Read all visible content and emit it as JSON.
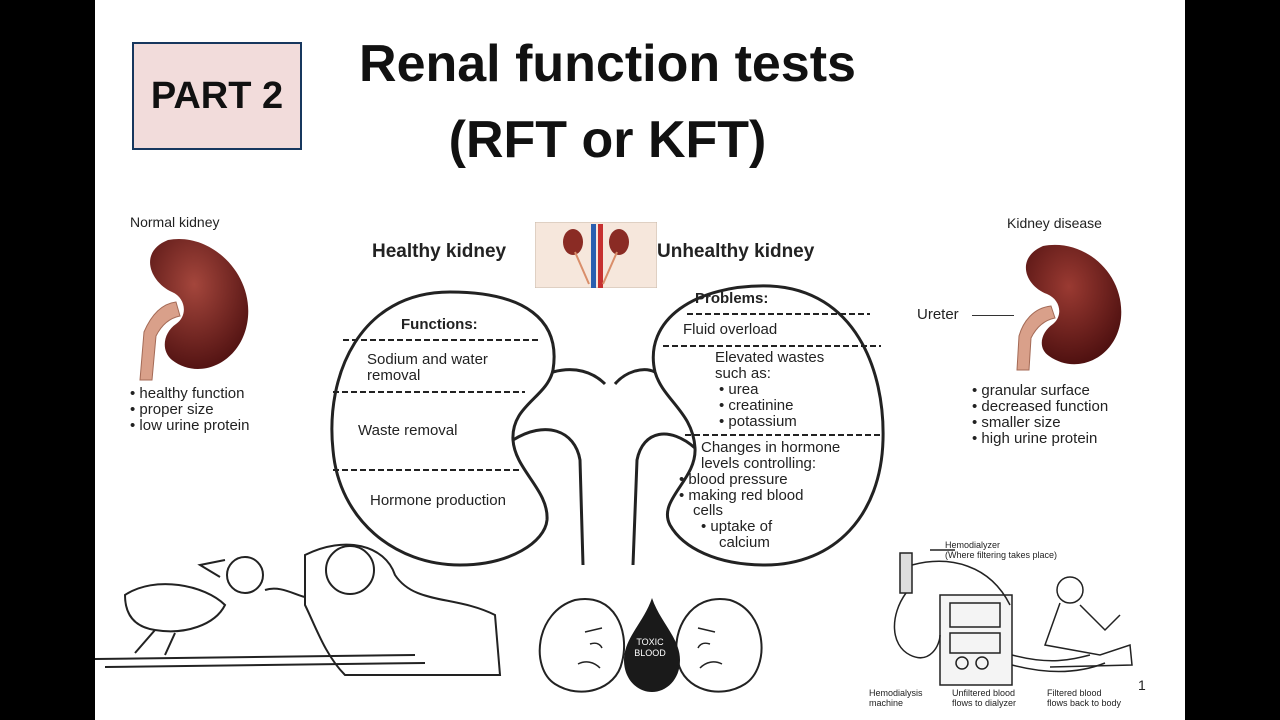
{
  "slide": {
    "part_label": "PART 2",
    "title_line1": "Renal function tests",
    "title_line2": "(RFT or KFT)",
    "page_number": "1"
  },
  "normal_kidney": {
    "caption": "Normal kidney",
    "bullets": [
      "healthy function",
      "proper size",
      "low urine protein"
    ]
  },
  "disease_kidney": {
    "caption": "Kidney disease",
    "ureter_label": "Ureter",
    "bullets": [
      "granular surface",
      "decreased function",
      "smaller size",
      "high urine protein"
    ]
  },
  "diagram": {
    "healthy_title": "Healthy kidney",
    "unhealthy_title": "Unhealthy kidney",
    "functions_header": "Functions:",
    "functions": [
      "Sodium and water removal",
      "Waste removal",
      "Hormone production"
    ],
    "problems_header": "Problems:",
    "problem_fluid": "Fluid overload",
    "problem_wastes_line1": "Elevated wastes",
    "problem_wastes_line2": "such as:",
    "wastes": [
      "urea",
      "creatinine",
      "potassium"
    ],
    "problem_hormone_line1": "Changes in hormone",
    "problem_hormone_line2": "levels controlling:",
    "hormone_items": [
      "blood pressure",
      "making red blood",
      "cells",
      "uptake of",
      "calcium"
    ]
  },
  "bottom": {
    "toxic_line1": "TOXIC",
    "toxic_line2": "BLOOD",
    "hemodialyzer_label": "Hemodialyzer",
    "hemodialyzer_sub": "(Where filtering takes place)",
    "machine_line1": "Hemodialysis",
    "machine_line2": "machine",
    "unfiltered_line1": "Unfiltered blood",
    "unfiltered_line2": "flows to dialyzer",
    "filtered_line1": "Filtered blood",
    "filtered_line2": "flows back to body"
  },
  "colors": {
    "kidney_dark": "#5c1414",
    "kidney_light": "#9a3a32",
    "ureter": "#d9a08a",
    "part_box_fill": "#f2dcdb",
    "part_box_border": "#17375e"
  }
}
